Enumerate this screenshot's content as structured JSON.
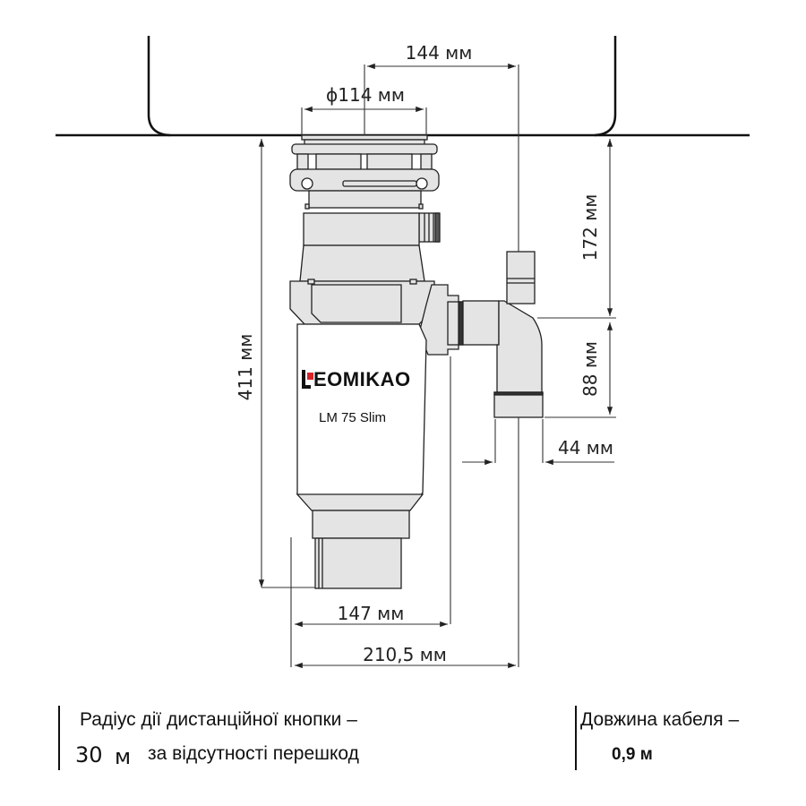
{
  "product": {
    "brand": "EOMIKAO",
    "brand_prefix_glyph": "L",
    "brand_accent_color": "#d8232a",
    "model": "LM 75 Slim"
  },
  "dimensions": {
    "outlet_offset": "144 мм",
    "flange_diameter": "ϕ114 мм",
    "outlet_height": "172 мм",
    "total_height": "411 мм",
    "elbow_height": "88 мм",
    "outlet_diameter": "44 мм",
    "body_width": "147 мм",
    "total_width": "210,5 мм"
  },
  "info": {
    "remote_label": "Радіус дії дистанційної кнопки –",
    "remote_value": "30",
    "remote_unit": "м",
    "remote_note": "за відсутності перешкод",
    "cable_label": "Довжина кабеля –",
    "cable_value": "0,9 м"
  },
  "colors": {
    "body_fill": "#e4e4e4",
    "line": "#222222"
  }
}
